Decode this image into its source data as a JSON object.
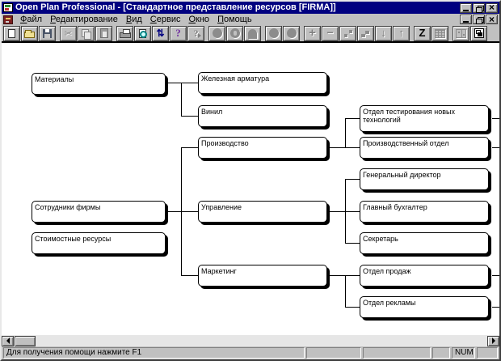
{
  "window": {
    "title": "Open Plan Professional - [Стандартное представление ресурсов [FIRMA]]"
  },
  "menu": {
    "items": [
      "Файл",
      "Редактирование",
      "Вид",
      "Сервис",
      "Окно",
      "Помощь"
    ]
  },
  "toolbar": {
    "buttons": [
      {
        "name": "new-document",
        "enabled": true
      },
      {
        "name": "open-folder",
        "enabled": true
      },
      {
        "name": "save-floppy",
        "enabled": true
      },
      {
        "name": "cut-scissors",
        "enabled": false
      },
      {
        "name": "copy",
        "enabled": false
      },
      {
        "name": "paste-clipboard",
        "enabled": false
      },
      {
        "name": "print",
        "enabled": true
      },
      {
        "name": "print-preview",
        "enabled": true
      },
      {
        "name": "recalculate-arrows",
        "enabled": true
      },
      {
        "name": "help-question",
        "enabled": true
      },
      {
        "name": "context-help",
        "enabled": false
      },
      {
        "name": "circle-tool-1",
        "enabled": false
      },
      {
        "name": "circle-tool-2",
        "enabled": false
      },
      {
        "name": "arch-tool",
        "enabled": false
      },
      {
        "name": "circle-tool-3",
        "enabled": false
      },
      {
        "name": "circle-tool-4",
        "enabled": false
      },
      {
        "name": "add-plus",
        "enabled": false
      },
      {
        "name": "remove-minus",
        "enabled": false
      },
      {
        "name": "link-nodes",
        "enabled": false
      },
      {
        "name": "steps",
        "enabled": false
      },
      {
        "name": "move-down",
        "enabled": false
      },
      {
        "name": "move-up",
        "enabled": false
      },
      {
        "name": "sort-z",
        "enabled": true
      },
      {
        "name": "grid-view",
        "enabled": false
      },
      {
        "name": "window-split",
        "enabled": false
      },
      {
        "name": "fit-corner",
        "enabled": true
      }
    ]
  },
  "diagram": {
    "nodes": [
      {
        "label": "Материалы"
      },
      {
        "label": "Железная арматура"
      },
      {
        "label": "Винил"
      },
      {
        "label": "Производство"
      },
      {
        "label": "Управление"
      },
      {
        "label": "Маркетинг"
      },
      {
        "label": "Сотрудники фирмы"
      },
      {
        "label": "Стоимостные ресурсы"
      },
      {
        "label": "Отдел тестирования новых технологий"
      },
      {
        "label": "Производственный отдел"
      },
      {
        "label": "Генеральный директор"
      },
      {
        "label": "Главный бухгалтер"
      },
      {
        "label": "Секретарь"
      },
      {
        "label": "Отдел продаж"
      },
      {
        "label": "Отдел рекламы"
      }
    ],
    "hierarchy": [
      {
        "parent": "Материалы",
        "children": [
          "Железная арматура",
          "Винил"
        ]
      },
      {
        "parent": "Сотрудники фирмы",
        "children": [
          "Производство",
          "Управление",
          "Маркетинг"
        ]
      },
      {
        "parent": "Производство",
        "children": [
          "Отдел тестирования новых технологий",
          "Производственный отдел"
        ]
      },
      {
        "parent": "Управление",
        "children": [
          "Генеральный директор",
          "Главный бухгалтер",
          "Секретарь"
        ]
      },
      {
        "parent": "Маркетинг",
        "children": [
          "Отдел продаж",
          "Отдел рекламы"
        ]
      }
    ]
  },
  "statusbar": {
    "message": "Для получения помощи нажмите F1",
    "num_indicator": "NUM"
  },
  "colors": {
    "titlebar": "#000080",
    "chrome": "#c0c0c0",
    "canvas": "#ffffff",
    "node_border": "#000000"
  }
}
